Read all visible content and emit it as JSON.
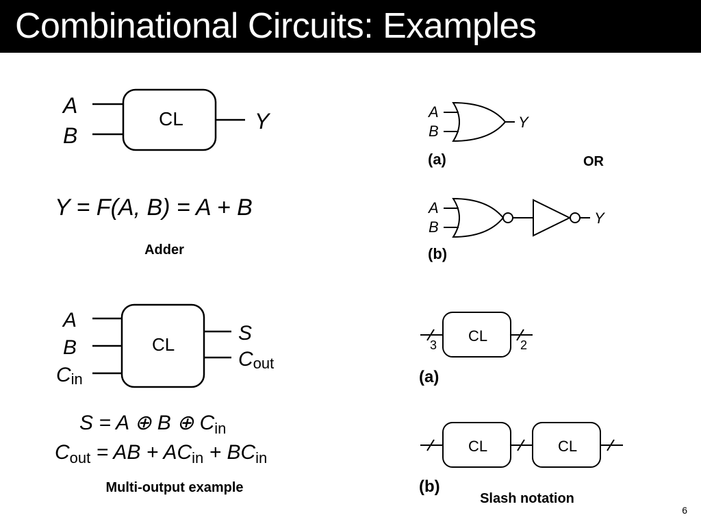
{
  "slide": {
    "title": "Combinational Circuits:  Examples",
    "page_number": "6"
  },
  "cl_label": "CL",
  "adder": {
    "inputs": [
      "A",
      "B"
    ],
    "output": "Y",
    "equation": "Y = F(A, B) = A + B",
    "caption": "Adder"
  },
  "or_gate": {
    "a": {
      "tag": "(a)",
      "inputs": [
        "A",
        "B"
      ],
      "output": "Y"
    },
    "b": {
      "tag": "(b)",
      "inputs": [
        "A",
        "B"
      ],
      "output": "Y"
    },
    "caption": "OR"
  },
  "multi_output": {
    "inputs": [
      "A",
      "B",
      "C",
      "in"
    ],
    "outputs": [
      "S",
      "C",
      "out"
    ],
    "eq1": {
      "lhs": "S = A ⊕ B ⊕ C",
      "sub": "in"
    },
    "eq2": {
      "lhs": "C",
      "sub1": "out",
      "mid": " = AB + AC",
      "sub2": "in",
      "tail": " + BC",
      "sub3": "in"
    },
    "caption": "Multi-output example"
  },
  "slash": {
    "a": {
      "tag": "(a)",
      "in_width": "3",
      "out_width": "2"
    },
    "b": {
      "tag": "(b)"
    },
    "caption": "Slash notation"
  }
}
